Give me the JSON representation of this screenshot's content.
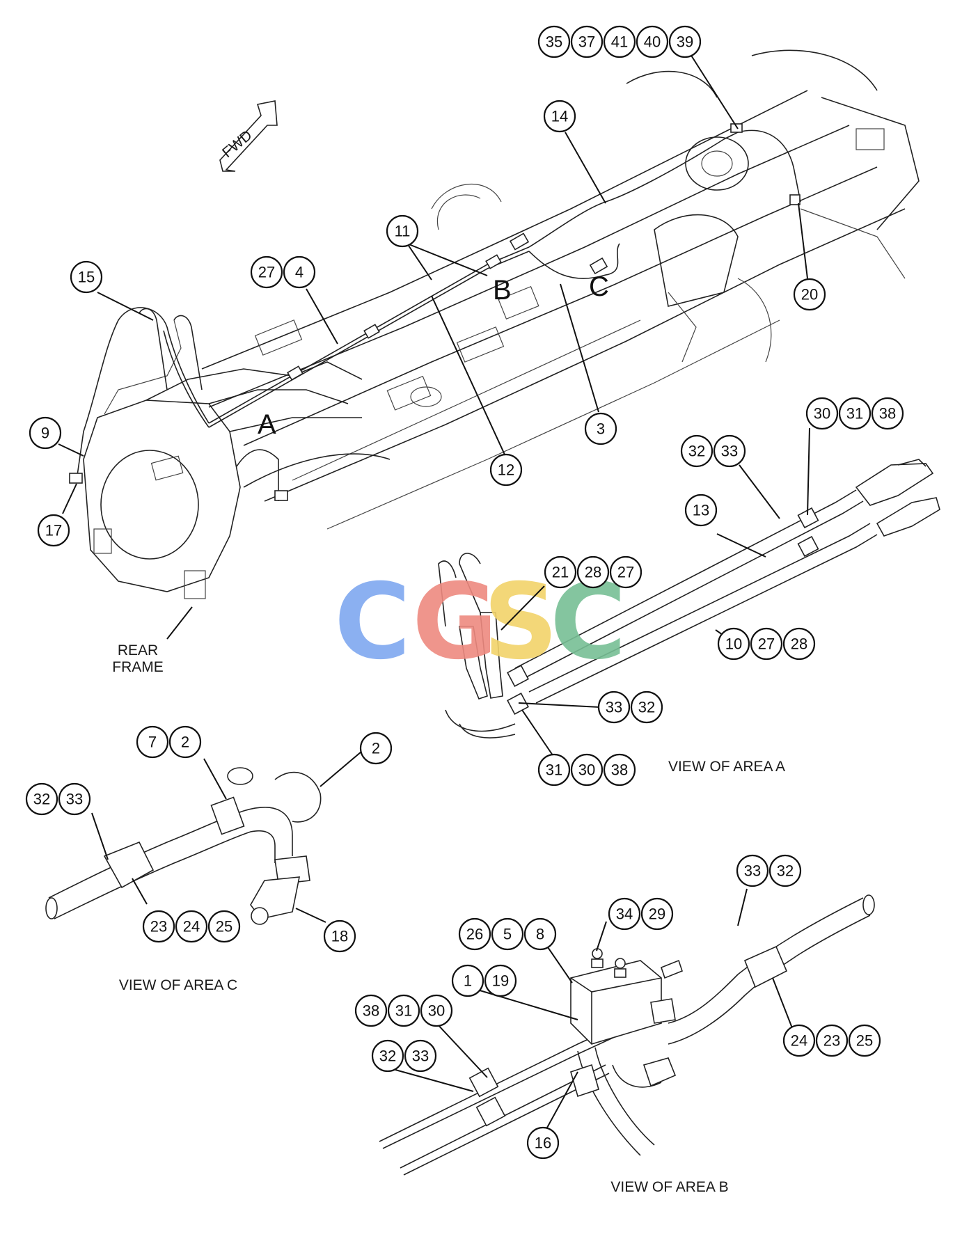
{
  "captions": {
    "fwd": "FWD",
    "rear_frame_line1": "REAR",
    "rear_frame_line2": "FRAME",
    "view_a": "VIEW OF AREA A",
    "view_b": "VIEW OF AREA B",
    "view_c": "VIEW OF AREA C"
  },
  "area_letters": {
    "a": "A",
    "b": "B",
    "c": "C"
  },
  "watermark": {
    "letters": [
      "C",
      "G",
      "S",
      "C"
    ],
    "colors": [
      "#7fa8f0",
      "#ee8a80",
      "#f2d36a",
      "#77bf95"
    ]
  },
  "callouts": {
    "top_group": [
      "35",
      "37",
      "41",
      "40",
      "39"
    ],
    "c14": "14",
    "c11": "11",
    "c27_4": [
      "27",
      "4"
    ],
    "c15": "15",
    "c3": "3",
    "c20": "20",
    "c12": "12",
    "c9": "9",
    "c17": "17",
    "a_30_31_38": [
      "30",
      "31",
      "38"
    ],
    "a_32_33": [
      "32",
      "33"
    ],
    "a_13": "13",
    "a_21_28_27": [
      "21",
      "28",
      "27"
    ],
    "a_10_27_28": [
      "10",
      "27",
      "28"
    ],
    "a_33_32": [
      "33",
      "32"
    ],
    "a_31_30_38": [
      "31",
      "30",
      "38"
    ],
    "c_7_2": [
      "7",
      "2"
    ],
    "c_2": "2",
    "c_32_33": [
      "32",
      "33"
    ],
    "c_23_24_25": [
      "23",
      "24",
      "25"
    ],
    "c_18": "18",
    "b_33_32": [
      "33",
      "32"
    ],
    "b_34_29": [
      "34",
      "29"
    ],
    "b_26_5_8": [
      "26",
      "5",
      "8"
    ],
    "b_1_19": [
      "1",
      "19"
    ],
    "b_38_31_30": [
      "38",
      "31",
      "30"
    ],
    "b_32_33": [
      "32",
      "33"
    ],
    "b_24_23_25": [
      "24",
      "23",
      "25"
    ],
    "b_16": "16"
  }
}
